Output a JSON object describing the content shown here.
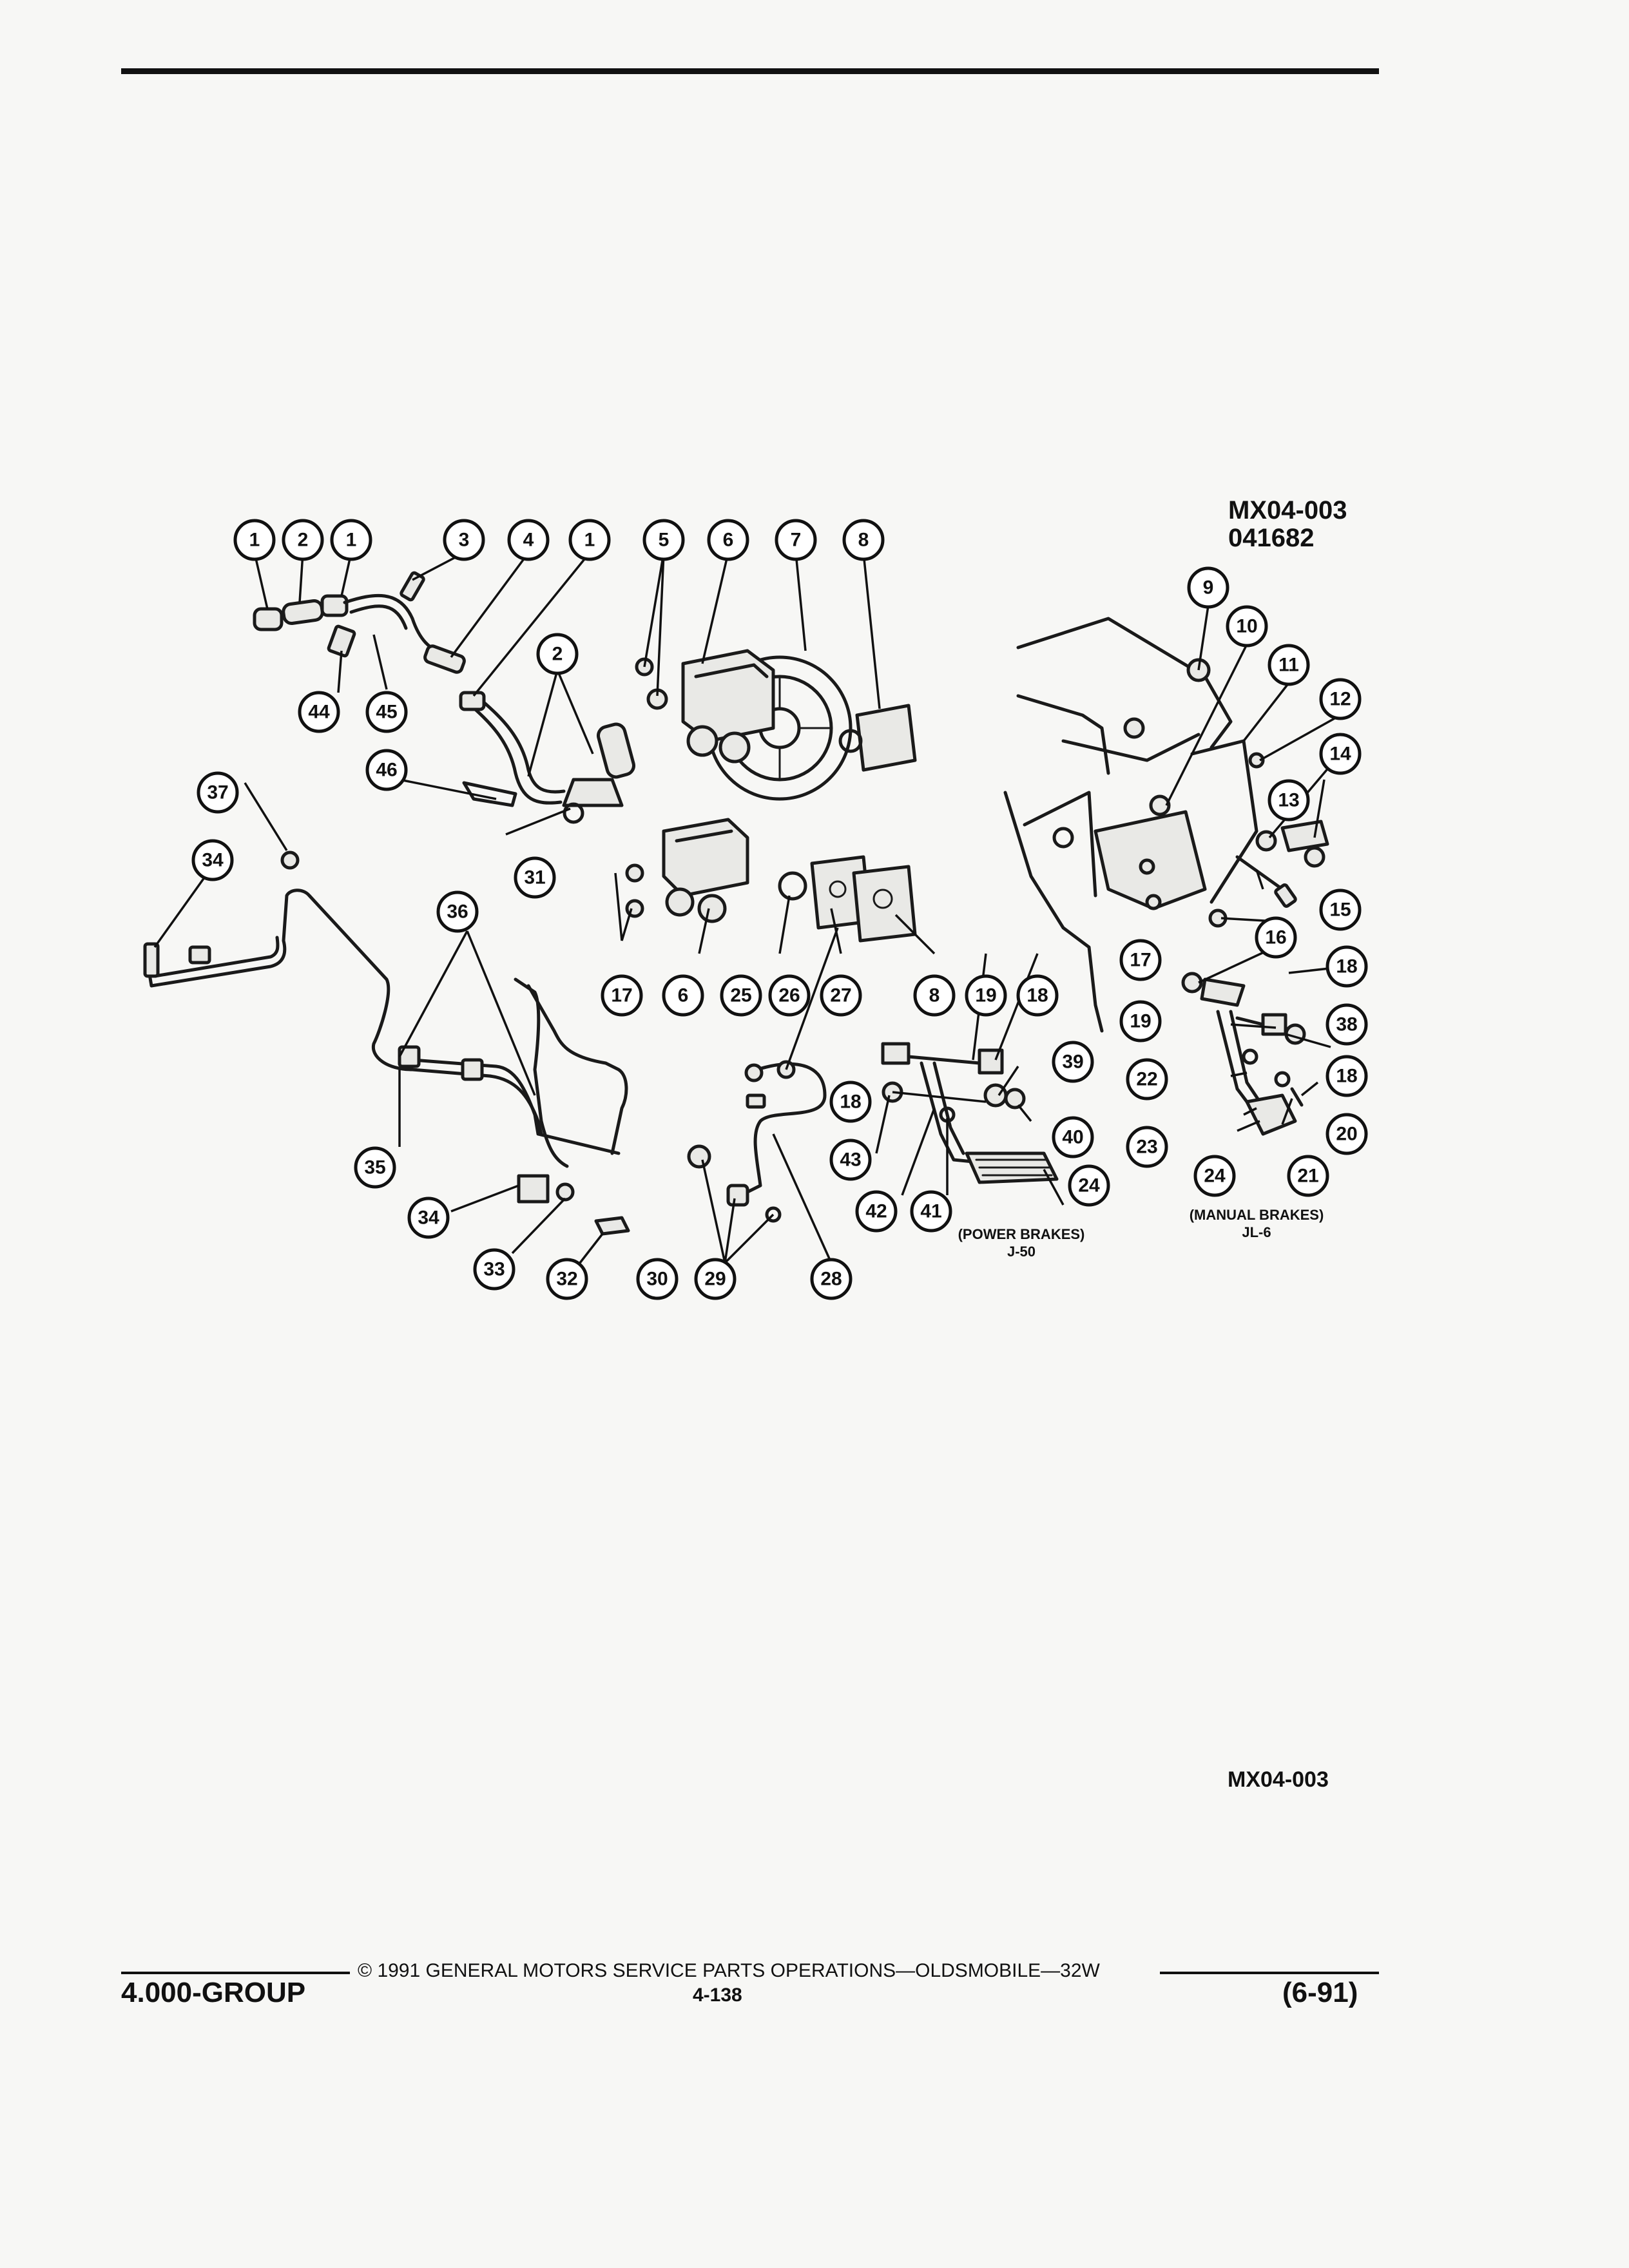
{
  "header": {
    "ref_code": "MX04-003",
    "ref_number": "041682"
  },
  "captions": {
    "power_brakes": "(POWER BRAKES)",
    "power_brakes_code": "J-50",
    "manual_brakes": "(MANUAL BRAKES)",
    "manual_brakes_code": "JL-6"
  },
  "figure_code": "MX04-003",
  "callouts": [
    "1",
    "2",
    "1",
    "3",
    "4",
    "1",
    "5",
    "6",
    "7",
    "8",
    "9",
    "10",
    "11",
    "12",
    "13",
    "14",
    "15",
    "16",
    "17",
    "18",
    "19",
    "38",
    "18",
    "22",
    "20",
    "23",
    "21",
    "24",
    "44",
    "45",
    "2",
    "46",
    "31",
    "17",
    "6",
    "25",
    "26",
    "8",
    "19",
    "18",
    "27",
    "39",
    "18",
    "40",
    "43",
    "24",
    "42",
    "41",
    "37",
    "34",
    "36",
    "35",
    "34",
    "33",
    "32",
    "30",
    "29",
    "28"
  ],
  "footer": {
    "copyright": "© 1991 GENERAL MOTORS SERVICE PARTS OPERATIONS—OLDSMOBILE—32W",
    "group": "4.000-GROUP",
    "page": "4-138",
    "date": "(6-91)"
  }
}
